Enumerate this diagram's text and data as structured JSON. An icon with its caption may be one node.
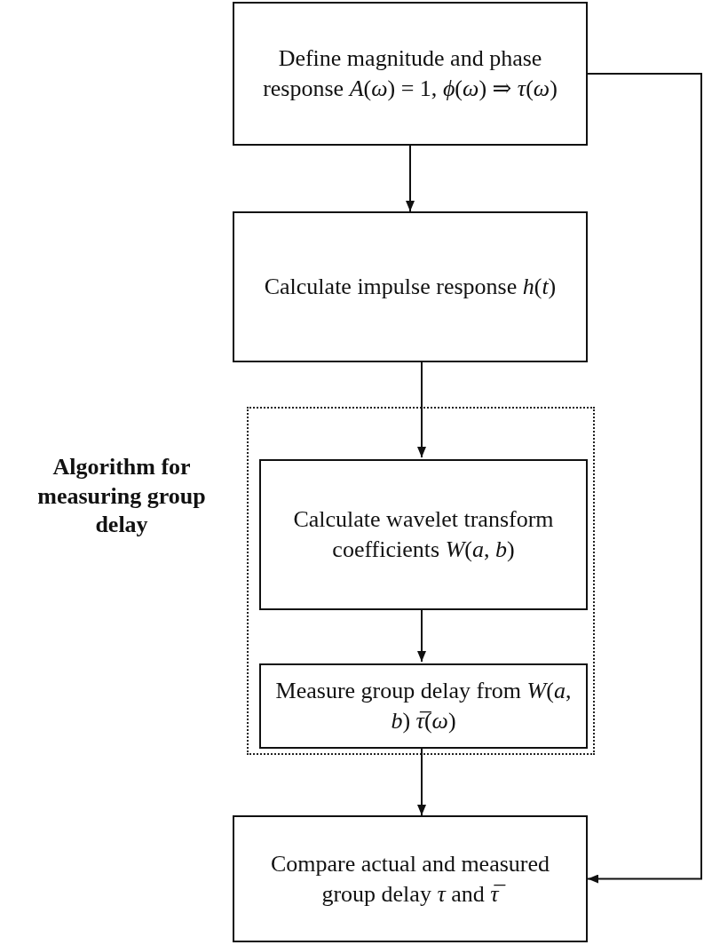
{
  "diagram": {
    "nodes": [
      {
        "text": [
          "Define magnitude and phase response *A*(*ω*) = 1, *ϕ*(*ω*) ⇒ *τ*(*ω*)"
        ]
      },
      {
        "text": [
          "Calculate impulse response *h*(*t*)"
        ]
      },
      {
        "text": [
          "Algorithm for measuring group delay"
        ]
      },
      {
        "text": [
          "Calculate wavelet transform coefficients *W*(*a*, *b*)"
        ],
        "in": 2
      },
      {
        "text": [
          "Measure group delay from *W*(*a*, *b*) *τ̅*(*ω*)"
        ],
        "in": 2
      },
      {
        "text": [
          "Compare actual and measured group delay *τ* and *τ̅*"
        ]
      }
    ],
    "edges": [
      {
        "from": 0,
        "to": 1,
        "arrow": "to"
      },
      {
        "from": 1,
        "to": 3,
        "arrow": "to"
      },
      {
        "from": 3,
        "to": 4,
        "arrow": "to"
      },
      {
        "from": 4,
        "to": 5,
        "arrow": "to"
      },
      {
        "from": 0,
        "to": 5,
        "arrow": "to"
      }
    ]
  }
}
